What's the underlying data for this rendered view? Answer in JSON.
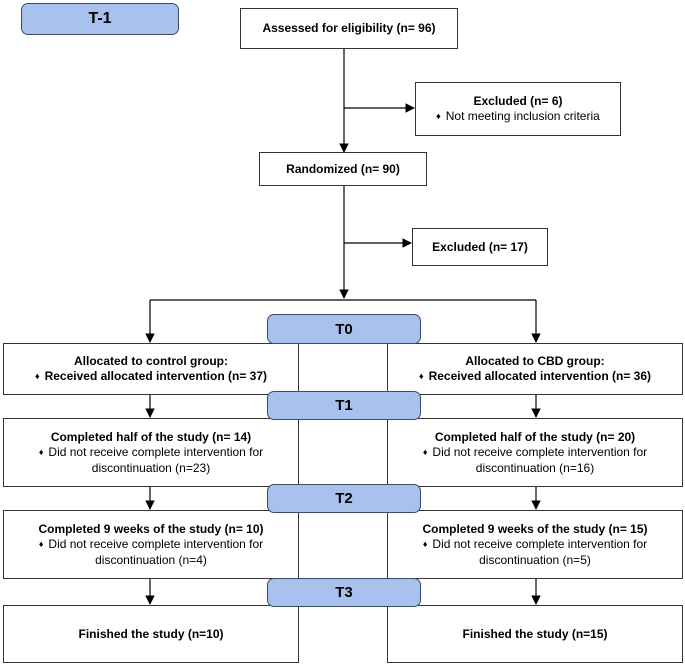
{
  "stages": {
    "t_minus_1": "T-1",
    "t0": "T0",
    "t1": "T1",
    "t2": "T2",
    "t3": "T3"
  },
  "bullet": "♦",
  "assessed": "Assessed for eligibility (n= 96)",
  "excluded1": {
    "title": "Excluded (n= 6)",
    "item": "Not meeting inclusion criteria"
  },
  "randomized": "Randomized (n= 90)",
  "excluded2": "Excluded (n= 17)",
  "control": {
    "allocated": {
      "title": "Allocated to control group:",
      "item": "Received allocated intervention (n= 37)"
    },
    "half": {
      "title": "Completed half of the study (n= 14)",
      "item_line1": "Did not receive complete intervention for",
      "item_line2": "discontinuation (n=23)"
    },
    "nine_weeks": {
      "title": "Completed 9 weeks of the study (n= 10)",
      "item_line1": "Did not receive complete intervention for",
      "item_line2": "discontinuation (n=4)"
    },
    "finished": "Finished the study (n=10)"
  },
  "cbd": {
    "allocated": {
      "title": "Allocated to CBD group:",
      "item": "Received allocated intervention (n= 36)"
    },
    "half": {
      "title": "Completed half of the study (n= 20)",
      "item_line1": "Did not receive complete intervention for",
      "item_line2": "discontinuation (n=16)"
    },
    "nine_weeks": {
      "title": "Completed 9 weeks of the study (n= 15)",
      "item_line1": "Did not receive complete intervention for",
      "item_line2": "discontinuation (n=5)"
    },
    "finished": "Finished the study (n=15)"
  }
}
